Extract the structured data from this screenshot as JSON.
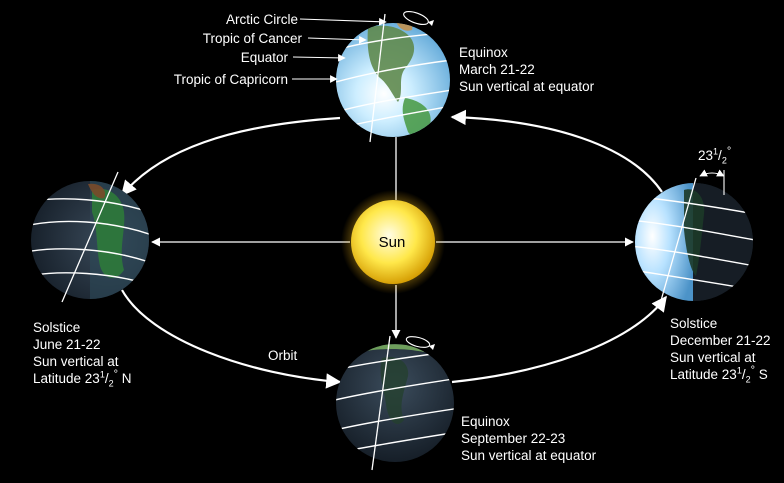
{
  "legend_lines": {
    "arctic": "Arctic Circle",
    "cancer": "Tropic of Cancer",
    "equator": "Equator",
    "capricorn": "Tropic of Capricorn"
  },
  "sun": {
    "label": "Sun"
  },
  "orbit": {
    "label": "Orbit"
  },
  "positions": {
    "march": {
      "title": "Equinox",
      "date": "March 21-22",
      "note": "Sun vertical at equator"
    },
    "september": {
      "title": "Equinox",
      "date": "September 22-23",
      "note": "Sun vertical at equator"
    },
    "june": {
      "title": "Solstice",
      "date": "June 21-22",
      "note": "Sun vertical at",
      "lat_prefix": "Latitude 23",
      "lat_num": "1",
      "lat_den": "2",
      "lat_suffix": " N"
    },
    "december": {
      "title": "Solstice",
      "date": "December 21-22",
      "note": "Sun vertical at",
      "lat_prefix": "Latitude 23",
      "lat_num": "1",
      "lat_den": "2",
      "lat_suffix": " S"
    }
  },
  "tilt": {
    "whole": "23",
    "num": "1",
    "den": "2"
  },
  "colors": {
    "ocean_lit": "#bfe6ff",
    "ocean_dark": "#1f2f40",
    "land": "#3f8f46",
    "sun_core": "#fffbd0",
    "sun_edge": "#e7b400"
  }
}
